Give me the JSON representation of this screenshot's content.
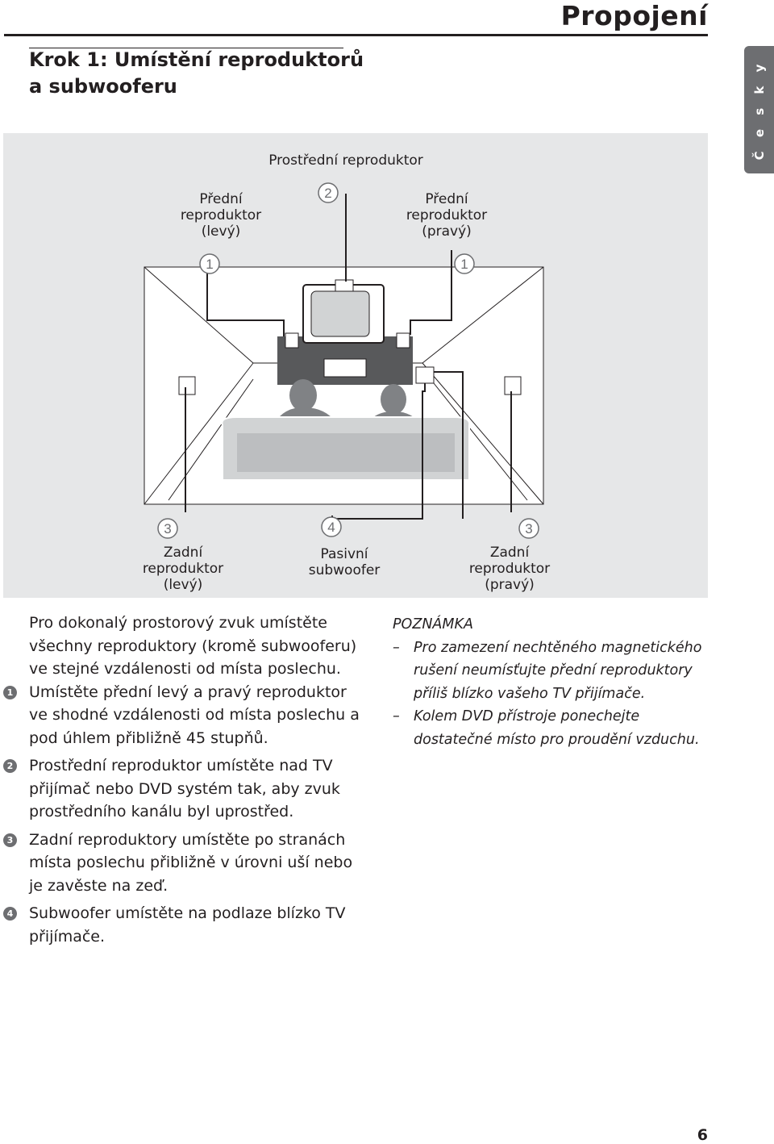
{
  "header": {
    "title": "Propojení"
  },
  "language_tab": {
    "label": "Č e s k y"
  },
  "section": {
    "title": "Krok 1: Umístění reproduktorů a subwooferu"
  },
  "diagram": {
    "labels": {
      "center": "Prostřední reproduktor",
      "front_left": [
        "Přední",
        "reproduktor",
        "(levý)"
      ],
      "front_right": [
        "Přední",
        "reproduktor",
        "(pravý)"
      ],
      "rear_left": [
        "Zadní",
        "reproduktor",
        "(levý)"
      ],
      "subwoofer": [
        "Pasivní",
        "subwoofer"
      ],
      "rear_right": [
        "Zadní",
        "reproduktor",
        "(pravý)"
      ]
    },
    "numbers": {
      "front_left": "1",
      "center": "2",
      "front_right": "1",
      "rear_left": "3",
      "subwoofer": "4",
      "rear_right": "3"
    }
  },
  "body": {
    "intro": "Pro dokonalý prostorový zvuk umístěte všechny reproduktory (kromě subwooferu) ve stejné vzdálenosti od místa poslechu.",
    "steps": [
      {
        "num": "1",
        "text": "Umístěte přední levý a pravý reproduktor ve shodné vzdálenosti od místa poslechu a pod úhlem přibližně 45 stupňů."
      },
      {
        "num": "2",
        "text": "Prostřední reproduktor umístěte nad TV přijímač nebo DVD systém tak, aby zvuk prostředního kanálu byl uprostřed."
      },
      {
        "num": "3",
        "text": "Zadní reproduktory umístěte po stranách místa poslechu přibližně v úrovni uší nebo je zavěste na zeď."
      },
      {
        "num": "4",
        "text": "Subwoofer umístěte na podlaze blízko TV přijímače."
      }
    ]
  },
  "note": {
    "heading": "POZNÁMKA",
    "items": [
      "Pro zamezení nechtěného magnetického rušení neumísťujte přední reproduktory příliš blízko vašeho TV přijímače.",
      "Kolem DVD přístroje ponechejte dostatečné místo pro proudění vzduchu."
    ],
    "dash": "–"
  },
  "page_number": "6"
}
